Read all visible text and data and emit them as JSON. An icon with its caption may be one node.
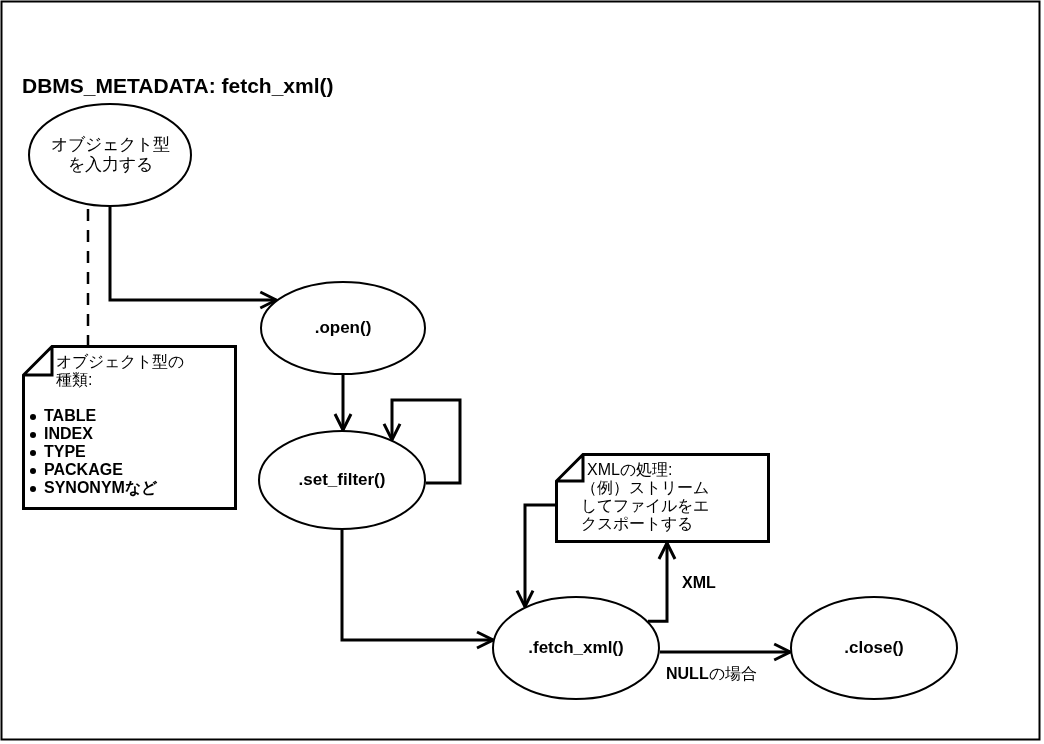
{
  "diagram": {
    "title": "DBMS_METADATA: fetch_xml()",
    "nodes": [
      {
        "text": [
          "オブジェクト型を入力する"
        ]
      },
      {
        "text": [
          ".open()"
        ]
      },
      {
        "text": [
          "オブジェクト型の種類:",
          "TABLE",
          "INDEX",
          "TYPE",
          "PACKAGE",
          "**SYNONYM**など"
        ]
      },
      {
        "text": [
          ".set_filter()"
        ]
      },
      {
        "text": [
          "XMLの処理:",
          "（例）ストリームしてファイルをエクスポートする"
        ]
      },
      {
        "text": [
          ".fetch_xml()"
        ]
      },
      {
        "text": [
          ".close()"
        ]
      }
    ],
    "edges": [
      {
        "from": 0,
        "to": 1,
        "arrow": "to"
      },
      {
        "from": 0,
        "to": 2,
        "arrow": "none",
        "style": "dashed"
      },
      {
        "from": 1,
        "to": 3,
        "arrow": "to"
      },
      {
        "from": 3,
        "to": 3,
        "arrow": "to"
      },
      {
        "from": 3,
        "to": 5,
        "arrow": "to"
      },
      {
        "from": 4,
        "to": 5,
        "arrow": "to"
      },
      {
        "from": 5,
        "to": 4,
        "arrow": "to",
        "label": "XML"
      },
      {
        "from": 5,
        "to": 6,
        "arrow": "to",
        "label": "**NULL**の場合"
      }
    ]
  }
}
